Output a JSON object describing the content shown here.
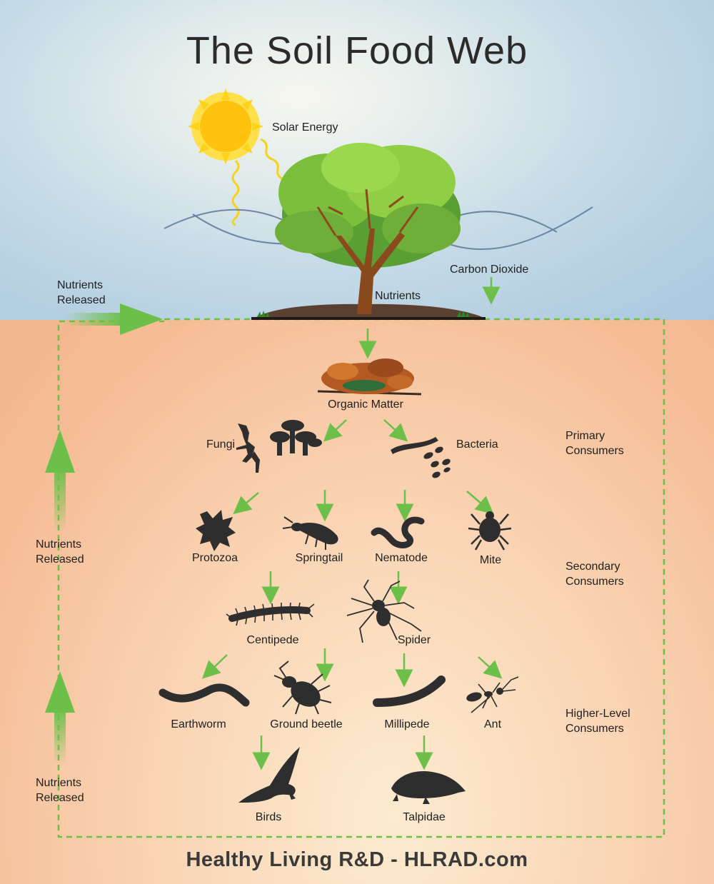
{
  "title": "The Soil Food Web",
  "footer": "Healthy Living R&D - HLRAD.com",
  "labels": {
    "solar_energy": "Solar Energy",
    "carbon_dioxide": "Carbon Dioxide",
    "nutrients": "Nutrients",
    "nutrients_released_top": "Nutrients Released",
    "nutrients_released_mid": "Nutrients Released",
    "nutrients_released_bottom": "Nutrients Released",
    "organic_matter": "Organic Matter"
  },
  "organisms": {
    "fungi": "Fungi",
    "bacteria": "Bacteria",
    "protozoa": "Protozoa",
    "springtail": "Springtail",
    "nematode": "Nematode",
    "mite": "Mite",
    "centipede": "Centipede",
    "spider": "Spider",
    "earthworm": "Earthworm",
    "ground_beetle": "Ground beetle",
    "millipede": "Millipede",
    "ant": "Ant",
    "birds": "Birds",
    "talpidae": "Talpidae"
  },
  "levels": {
    "primary": "Primary Consumers",
    "secondary": "Secondary Consumers",
    "higher": "Higher-Level Consumers"
  },
  "colors": {
    "arrow_green": "#6cc04a",
    "silhouette": "#2e2e2e",
    "sun": "#ffc20e",
    "tree_leaves": "#7cbf3c",
    "trunk": "#8a4a1e"
  },
  "icons": [
    "sun-icon",
    "tree-icon",
    "organic-matter-icon",
    "fungi-icon",
    "bacteria-icon",
    "protozoa-icon",
    "springtail-icon",
    "nematode-icon",
    "mite-icon",
    "centipede-icon",
    "spider-icon",
    "earthworm-icon",
    "ground-beetle-icon",
    "millipede-icon",
    "ant-icon",
    "bird-icon",
    "talpidae-icon"
  ]
}
